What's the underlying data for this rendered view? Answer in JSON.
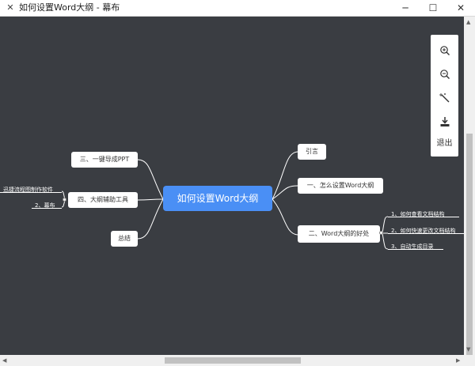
{
  "window": {
    "title": "如何设置Word大纲 - 幕布",
    "minimize_glyph": "─",
    "maximize_glyph": "☐",
    "close_glyph": "✕"
  },
  "mindmap": {
    "center": "如何设置Word大纲",
    "right_nodes": [
      "引言",
      "一、怎么设置Word大纲",
      "二、Word大纲的好处"
    ],
    "left_nodes": [
      "三、一键导成PPT",
      "四、大纲辅助工具",
      "总结"
    ],
    "word_children": [
      "1、如何查看文档结构",
      "2、如何快速更改文档结构",
      "3、自动生成目录"
    ],
    "tools_children": [
      "迅捷流程图制作软件",
      "2、幕布"
    ]
  },
  "toolbar": {
    "zoom_in_icon": "zoom-in",
    "zoom_out_icon": "zoom-out",
    "magic_icon": "magic-wand",
    "download_icon": "download",
    "exit_label": "退出"
  },
  "colors": {
    "canvas_bg": "#3a3d42",
    "center_bg": "#4a8ff5",
    "line": "#ffffff"
  }
}
